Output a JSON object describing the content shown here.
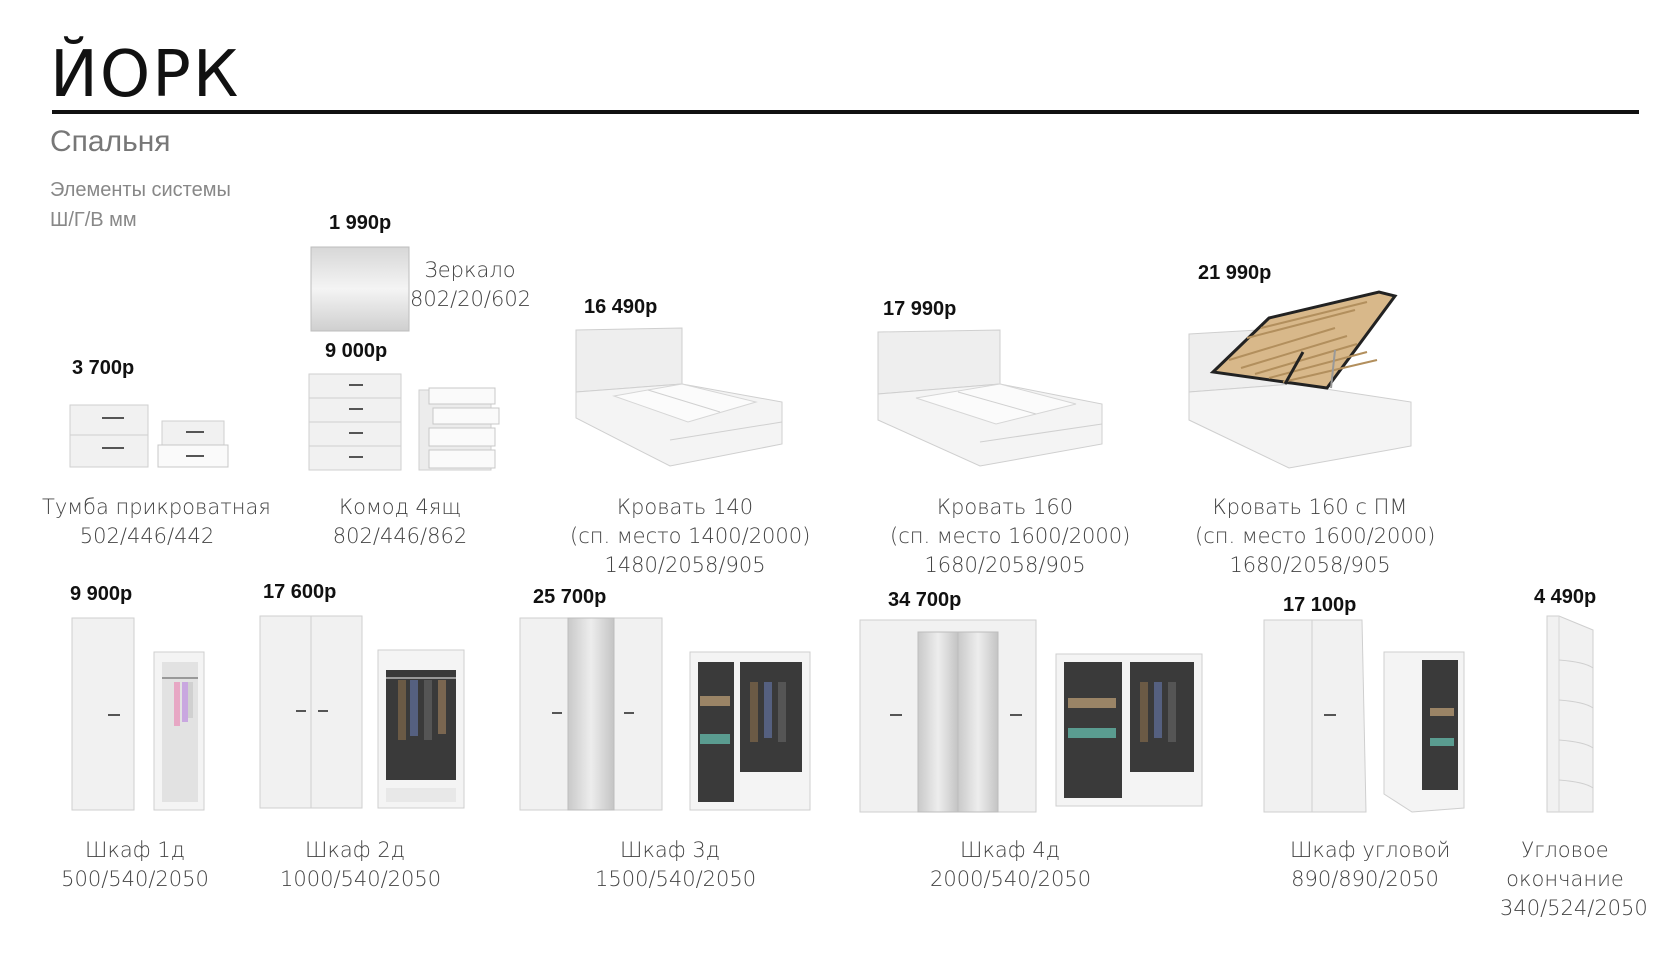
{
  "header": {
    "title": "ЙОРК",
    "subtitle": "Спальня",
    "intro_line1": "Элементы системы",
    "intro_line2": "Ш/Г/В мм"
  },
  "items": {
    "tumba": {
      "price": "3 700р",
      "name": "Тумба прикроватная",
      "dims": "502/446/442"
    },
    "mirror": {
      "price": "1 990р",
      "name": "Зеркало",
      "dims": "802/20/602"
    },
    "komod": {
      "price": "9 000р",
      "name": "Комод 4ящ",
      "dims": "802/446/862"
    },
    "bed140": {
      "price": "16 490р",
      "name": "Кровать 140",
      "sleep": "(сп. место 1400/2000)",
      "dims": "1480/2058/905"
    },
    "bed160": {
      "price": "17 990р",
      "name": "Кровать 160",
      "sleep": "(сп. место 1600/2000)",
      "dims": "1680/2058/905"
    },
    "bed160pm": {
      "price": "21 990р",
      "name": "Кровать 160 с ПМ",
      "sleep": "(сп. место 1600/2000)",
      "dims": "1680/2058/905"
    },
    "shkaf1": {
      "price": "9 900р",
      "name": "Шкаф 1д",
      "dims": "500/540/2050"
    },
    "shkaf2": {
      "price": "17 600р",
      "name": "Шкаф 2д",
      "dims": "1000/540/2050"
    },
    "shkaf3": {
      "price": "25 700р",
      "name": "Шкаф 3д",
      "dims": "1500/540/2050"
    },
    "shkaf4": {
      "price": "34 700р",
      "name": "Шкаф 4д",
      "dims": "2000/540/2050"
    },
    "corner": {
      "price": "17 100р",
      "name": "Шкаф угловой",
      "dims": "890/890/2050"
    },
    "ending": {
      "price": "4 490р",
      "name1": "Угловое",
      "name2": "окончание",
      "dims": "340/524/2050"
    }
  }
}
